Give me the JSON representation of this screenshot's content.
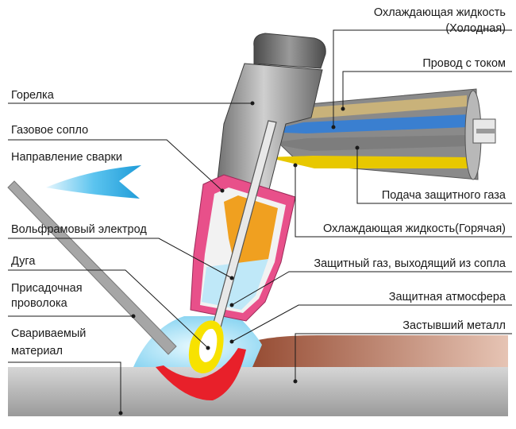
{
  "labels": {
    "coolant_cold_1": "Охлаждающая жидкость",
    "coolant_cold_2": "(Холодная)",
    "current_wire": "Провод с током",
    "torch": "Горелка",
    "gas_nozzle": "Газовое сопло",
    "weld_direction": "Направление сварки",
    "shielding_gas_supply": "Подача защитного газа",
    "coolant_hot": "Охлаждающая жидкость(Горячая)",
    "tungsten_electrode": "Вольфрамовый электрод",
    "shielding_gas_out": "Защитный газ, выходящий из сопла",
    "arc": "Дуга",
    "filler_wire_1": "Присадочная",
    "filler_wire_2": "проволока",
    "shielding_atmosphere": "Защитная атмосфера",
    "solidified_metal": "Застывший металл",
    "workpiece_1": "Свариваемый",
    "workpiece_2": "материал"
  },
  "colors": {
    "torch_body": "#9a9a9a",
    "nozzle": "#e8508a",
    "coolant_cold": "#3a7fd0",
    "coolant_hot": "#e8c800",
    "gas": "#f0a020",
    "shield_atmosphere": "#a8e0f5",
    "weld_pool": "#e8202a",
    "arc": "#f7e200",
    "solidified_metal": "#b0603a",
    "workpiece": "#b0b0b0",
    "arrow": "#2aa8e0"
  }
}
